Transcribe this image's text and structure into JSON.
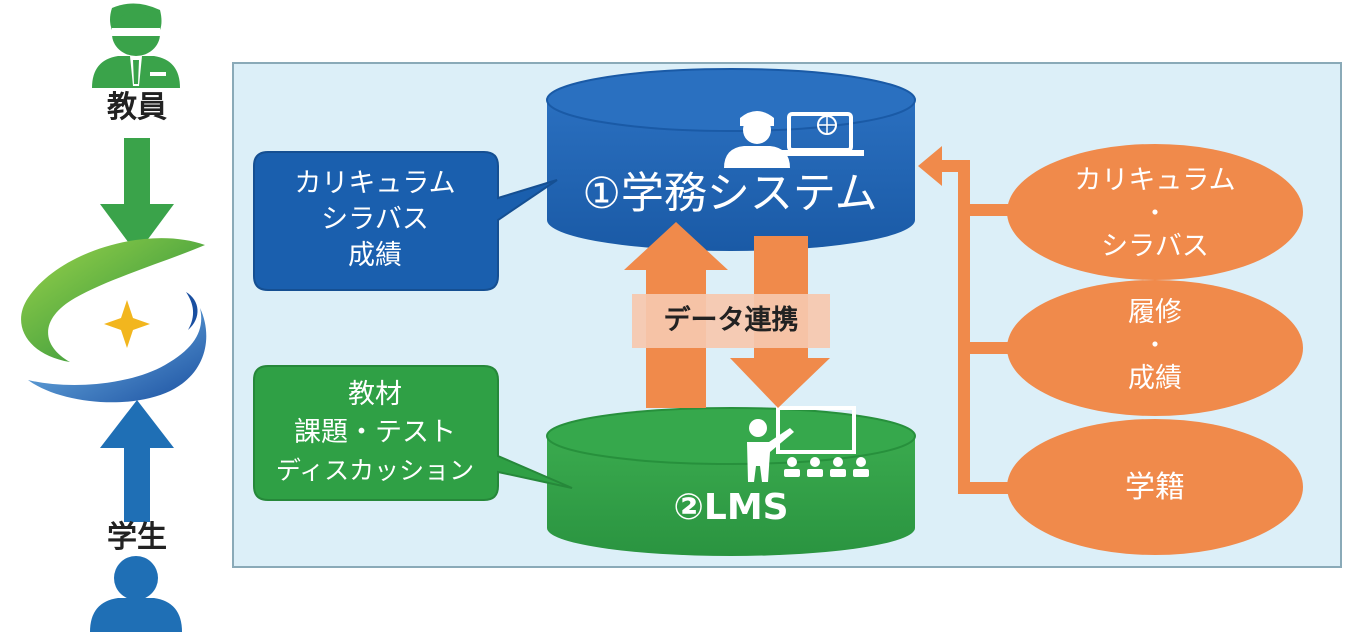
{
  "people": {
    "teacher_label": "教員",
    "student_label": "学生"
  },
  "systems": {
    "academic": {
      "label": "①学務システム",
      "callout_lines": [
        "カリキュラム",
        "シラバス",
        "成績"
      ]
    },
    "lms": {
      "label": "②LMS",
      "callout_lines": [
        "教材",
        "課題・テスト",
        "ディスカッション"
      ]
    }
  },
  "link": {
    "label": "データ連携"
  },
  "data_sources": [
    {
      "lines": [
        "カリキュラム",
        "・",
        "シラバス"
      ]
    },
    {
      "lines": [
        "履修",
        "・",
        "成績"
      ]
    },
    {
      "lines": [
        "学籍"
      ]
    }
  ],
  "colors": {
    "teacher_green": "#3aa34a",
    "student_blue": "#1f6fb5",
    "academic_blue": "#1a5fae",
    "lms_green": "#2f9e45",
    "orange": "#f08a4b",
    "panel_bg": "#dceff8",
    "panel_border": "#8aaab8"
  },
  "icons": {
    "teacher": "teacher-person-icon",
    "student": "student-person-icon",
    "logo": "swirl-logo-icon",
    "academic": "person-at-computer-icon",
    "lms": "teacher-at-board-icon"
  }
}
